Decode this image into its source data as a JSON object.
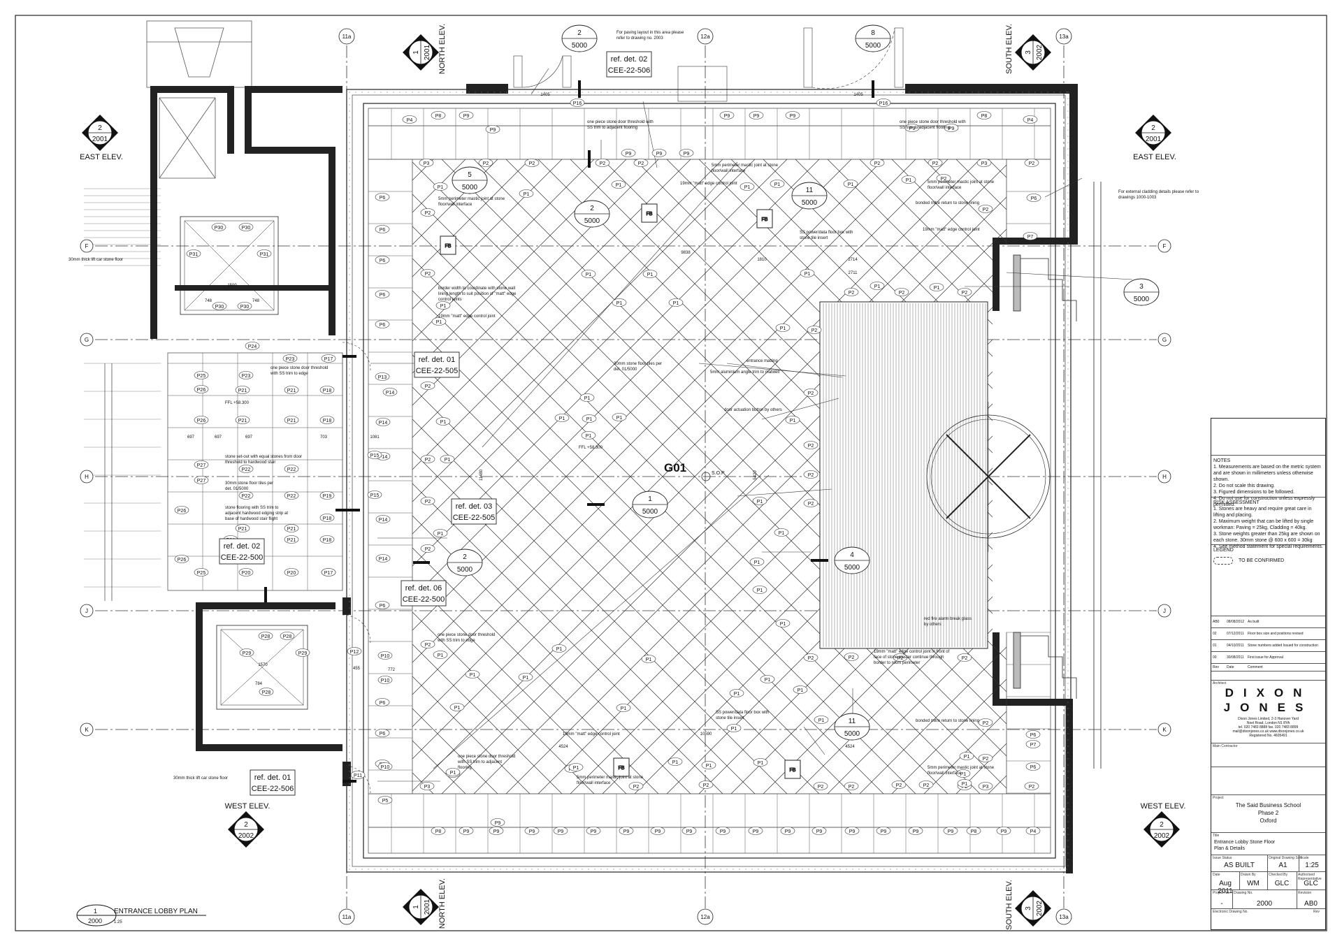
{
  "drawing": {
    "room_label": "G01",
    "sop_label": "S.O.P.",
    "ffl_main": "FFL +58.300",
    "ffl_side": "FFL +58.300",
    "plan_title": {
      "num": "1",
      "sheet": "2000",
      "title": "ENTRANCE LOBBY PLAN",
      "scale": "1:25"
    }
  },
  "grid": {
    "vertical": [
      "11a",
      "12a",
      "13a"
    ],
    "horizontal": [
      "F",
      "G",
      "H",
      "J",
      "K"
    ]
  },
  "elevations": {
    "north": {
      "label": "NORTH ELEV.",
      "num": "1",
      "sheet": "2001"
    },
    "south": {
      "label": "SOUTH ELEV.",
      "num": "3",
      "sheet": "2002"
    },
    "east": {
      "label": "EAST ELEV.",
      "num": "2",
      "sheet": "2001"
    },
    "west": {
      "label": "WEST ELEV.",
      "num": "2",
      "sheet": "2002"
    }
  },
  "sections": [
    {
      "num": "2",
      "sheet": "5000"
    },
    {
      "num": "8",
      "sheet": "5000"
    },
    {
      "num": "5",
      "sheet": "5000"
    },
    {
      "num": "2",
      "sheet": "5000"
    },
    {
      "num": "11",
      "sheet": "5000"
    },
    {
      "num": "3",
      "sheet": "5000"
    },
    {
      "num": "1",
      "sheet": "5000"
    },
    {
      "num": "2",
      "sheet": "5000"
    },
    {
      "num": "4",
      "sheet": "5000"
    },
    {
      "num": "11",
      "sheet": "5000"
    }
  ],
  "refs": [
    {
      "l1": "ref. det. 02",
      "l2": "CEE-22-506"
    },
    {
      "l1": "ref. det. 01",
      "l2": "CEE-22-505"
    },
    {
      "l1": "ref. det. 03",
      "l2": "CEE-22-505"
    },
    {
      "l1": "ref. det. 02",
      "l2": "CEE-22-500"
    },
    {
      "l1": "ref. det. 06",
      "l2": "CEE-22-500"
    },
    {
      "l1": "ref. det. 01",
      "l2": "CEE-22-506"
    }
  ],
  "notes_text": {
    "paving": "For paving layout in this area please refer to drawing no. 2003",
    "cladding": "For external cladding details please refer to drawings 1000-1003",
    "threshold_edge": "one piece stone door threshold with SS trim to edge",
    "threshold_adjacent": "one piece stone door threshold with SS trim to adjacent flooring",
    "mastic": "5mm perimeter mastic joint at stone floor/wall interface",
    "matt_joint": "19mm \"matt\" edge control joint",
    "fb_note": "SS power/data floor box with stone tile insert",
    "border": "border width to coordinate with stone wall lining length to suit position of \"matt\" edge control joints",
    "tiles": "30mm stone floor tiles per det. 01/5000",
    "matting": "entrance matting",
    "angle_trim": "5mm aluminium angle trim to matwell",
    "door_button": "door actuation button by others",
    "setout": "stone set-out with equal stones from door threshold to hardwood stair",
    "side_tiles": "30mm stone floor tiles per det. 01/5000",
    "ss_trim": "stone flooring with SS trim to adjacent hardwood edging strip at base of hardwood stair flight",
    "lift_floor": "30mm thick lift car stone floor",
    "mitre": "bonded mitre return to stone lining",
    "fire_alarm": "red fire alarm break glass by others",
    "plaster": "19mm \"matt\" edge control joint in front of face of stone plaster continue through border to room perimeter"
  },
  "dims": {
    "d9838": "9838",
    "d10590": "10590",
    "d1810": "1810",
    "d2714": "2714",
    "d2711": "2711",
    "d4524": "4524",
    "d11480": "11480",
    "d5420": "5420",
    "d697": "697",
    "d1081": "1081",
    "d703": "703",
    "d1500": "1500",
    "d1570": "1570",
    "d748": "748",
    "d784": "784",
    "d772": "772",
    "d455": "455",
    "d1405": "1405"
  },
  "titleblock": {
    "notes_head": "NOTES",
    "notes": [
      "1. Measurements are based on the metric system and are shown in millimeters unless otherwise shown.",
      "2. Do not scale this drawing.",
      "3. Figured dimensions to be followed.",
      "4. Do not use for construction unless expressly permitted."
    ],
    "risk_head": "RISK ASSESSMENT",
    "risk": [
      "1. Stones are heavy and require great care in lifting and placing.",
      "2. Maximum weight that can be lifted by single workman: Paving = 25kg, Cladding = 40kg.",
      "3. Stone weights greater than 25kg are shown on each stone. 30mm stone @ 600 x 600 = 30kg",
      "4. See method statement for special requirements."
    ],
    "legend_head": "LEGEND",
    "legend_tbc": "TO BE CONFIRMED",
    "revisions": [
      {
        "rev": "AB0",
        "date": "08/08/2012",
        "comment": "As built"
      },
      {
        "rev": "02",
        "date": "07/12/2011",
        "comment": "Floor box size and positions revised"
      },
      {
        "rev": "01",
        "date": "04/10/2011",
        "comment": "Stone numbers added Issued for construction"
      },
      {
        "rev": "00",
        "date": "30/08/2011",
        "comment": "First issue for Approval"
      }
    ],
    "rev_head": {
      "rev": "Rev",
      "date": "Date",
      "comment": "Comment"
    },
    "architect_head": "Architect",
    "logo1": "DIXON",
    "logo2": "JONES",
    "address": [
      "Dixon Jones Limited, 2-3 Hanover Yard",
      "Noel Road, London N1 8YA",
      "tel. 020 7483 8888   fax. 020 7483 8899",
      "mail@dixonjones.co.uk  www.dixonjones.co.uk",
      "Registered No. 4605491"
    ],
    "contractor_head": "Main Contractor",
    "project_head": "Project",
    "project": [
      "The Said Business School",
      "Phase 2",
      "Oxford"
    ],
    "title_head": "Title",
    "title": [
      "Entrance Lobby Stone Floor",
      "Plan & Details"
    ],
    "issue_status_head": "Issue Status",
    "issue_status": "AS BUILT",
    "orig_size_head": "Original Drawing Size",
    "orig_size": "A1",
    "scale_head": "Scale",
    "scale": "1:25",
    "date_head": "Date",
    "date": "Aug 2011",
    "drawn_head": "Drawn By",
    "drawn": "WM",
    "checked_head": "Checked By",
    "checked": "GLC",
    "auth_head": "Authorised Representative",
    "auth": "GLC",
    "projno_head": "Project No.",
    "projno": "-",
    "drawno_head": "Drawing No.",
    "drawno": "2000",
    "revno_head": "Revision",
    "revno": "AB0",
    "elec_head": "Electronic Drawing No.",
    "elec_rev": "Rev"
  }
}
